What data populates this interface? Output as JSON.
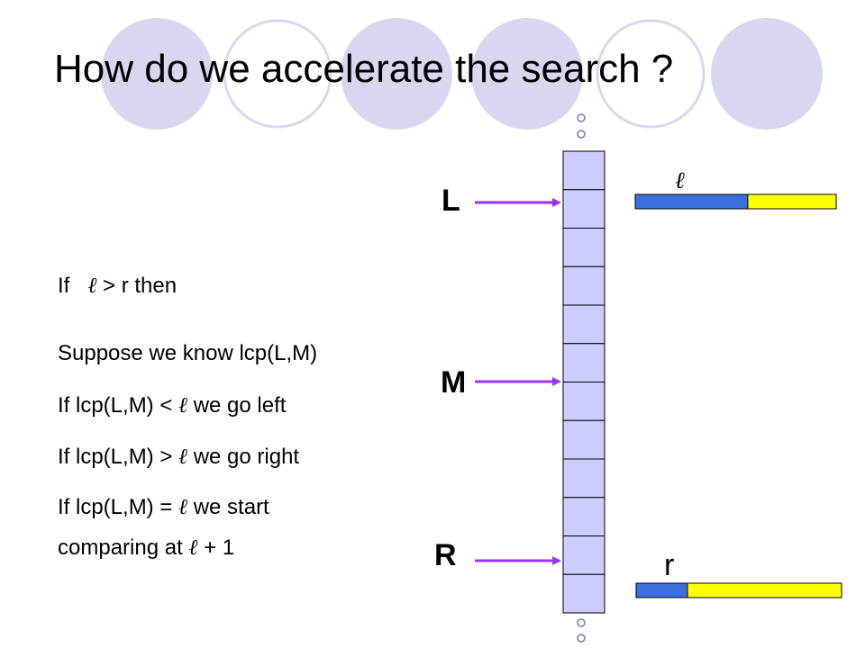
{
  "slide": {
    "title": "How do we accelerate the search ?",
    "ell_symbol": "ℓ",
    "conditions": {
      "line1": {
        "prefix": "If",
        "suffix": "> r  then"
      },
      "line2": "Suppose we know lcp(L,M)",
      "line3": {
        "prefix": "If lcp(L,M) <",
        "suffix": "we go left"
      },
      "line4": {
        "prefix": "If lcp(L,M) >",
        "suffix": "we go right"
      },
      "line5": {
        "prefix": "If lcp(L,M) =",
        "suffix": "we start"
      },
      "line6": {
        "prefix": "comparing at",
        "suffix": "+ 1"
      }
    },
    "pointers": {
      "L": "L",
      "M": "M",
      "R": "R"
    },
    "bar_labels": {
      "top": "ℓ",
      "bottom": "r"
    }
  },
  "colors": {
    "background": "#ffffff",
    "decor_circle_fill": "#d7d8ef",
    "decor_circle_stroke": "#d7d8ef",
    "array_cell_fill": "#ccccff",
    "array_cell_stroke": "#000000",
    "arrow": "#9933ff",
    "bar_blue": "#3a6fe0",
    "bar_yellow": "#ffff00",
    "dot_stroke": "#6b7db5"
  },
  "array": {
    "cell_count": 12
  },
  "bars": {
    "top_matched_fraction": 0.56,
    "bottom_matched_fraction": 0.25
  }
}
